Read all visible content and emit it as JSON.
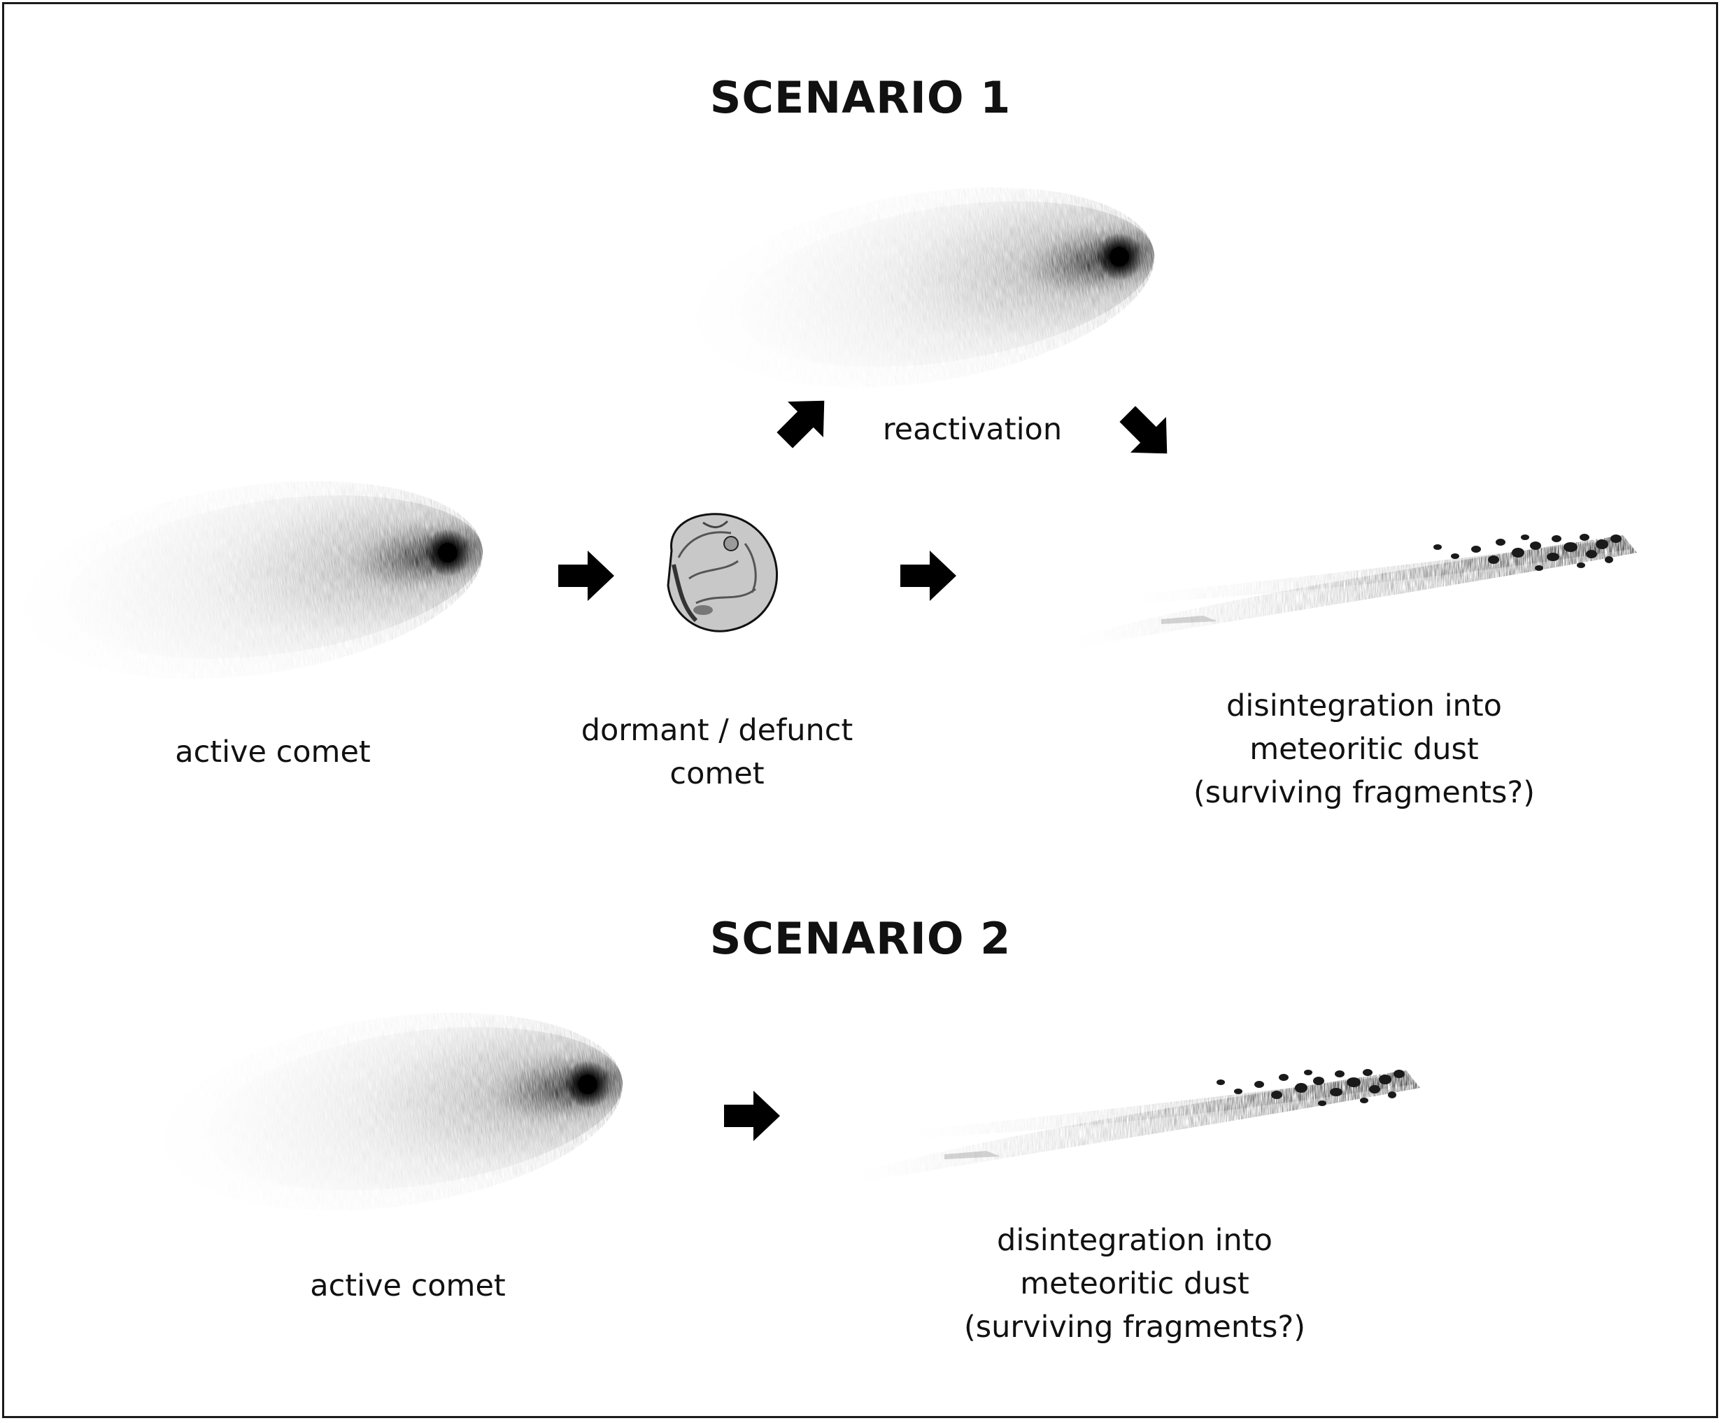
{
  "scenario1": {
    "heading": "SCENARIO  1",
    "active_comet_label": "active comet",
    "dormant_label": [
      "dormant / defunct",
      "comet"
    ],
    "reactivation_label": "reactivation",
    "disintegration_label": [
      "disintegration into",
      "meteoritic dust",
      "(surviving fragments?)"
    ]
  },
  "scenario2": {
    "heading": "SCENARIO  2",
    "active_comet_label": "active comet",
    "disintegration_label": [
      "disintegration into",
      "meteoritic dust",
      "(surviving fragments?)"
    ]
  },
  "colors": {
    "ink": "#111111",
    "comet_core": "#000000",
    "frame": "#1a1a1a",
    "background": "#ffffff"
  },
  "icons": {
    "arrow": "arrow-right-icon",
    "arrow_up": "arrow-up-right-icon",
    "arrow_down": "arrow-down-right-icon",
    "nucleus": "comet-nucleus-icon"
  }
}
